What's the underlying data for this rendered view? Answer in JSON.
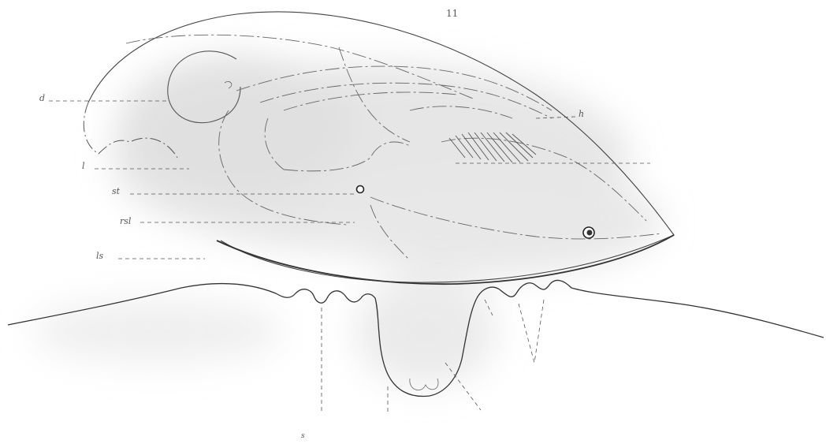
{
  "figure": {
    "number": "11",
    "colors": {
      "ink": "#333333",
      "light_ink": "#777777",
      "wash": "#d8d8d8"
    }
  },
  "labels": {
    "a": "d",
    "l": "l",
    "st": "st",
    "rsl": "rsl",
    "ls": "ls",
    "h": "h",
    "bottom": "s"
  }
}
